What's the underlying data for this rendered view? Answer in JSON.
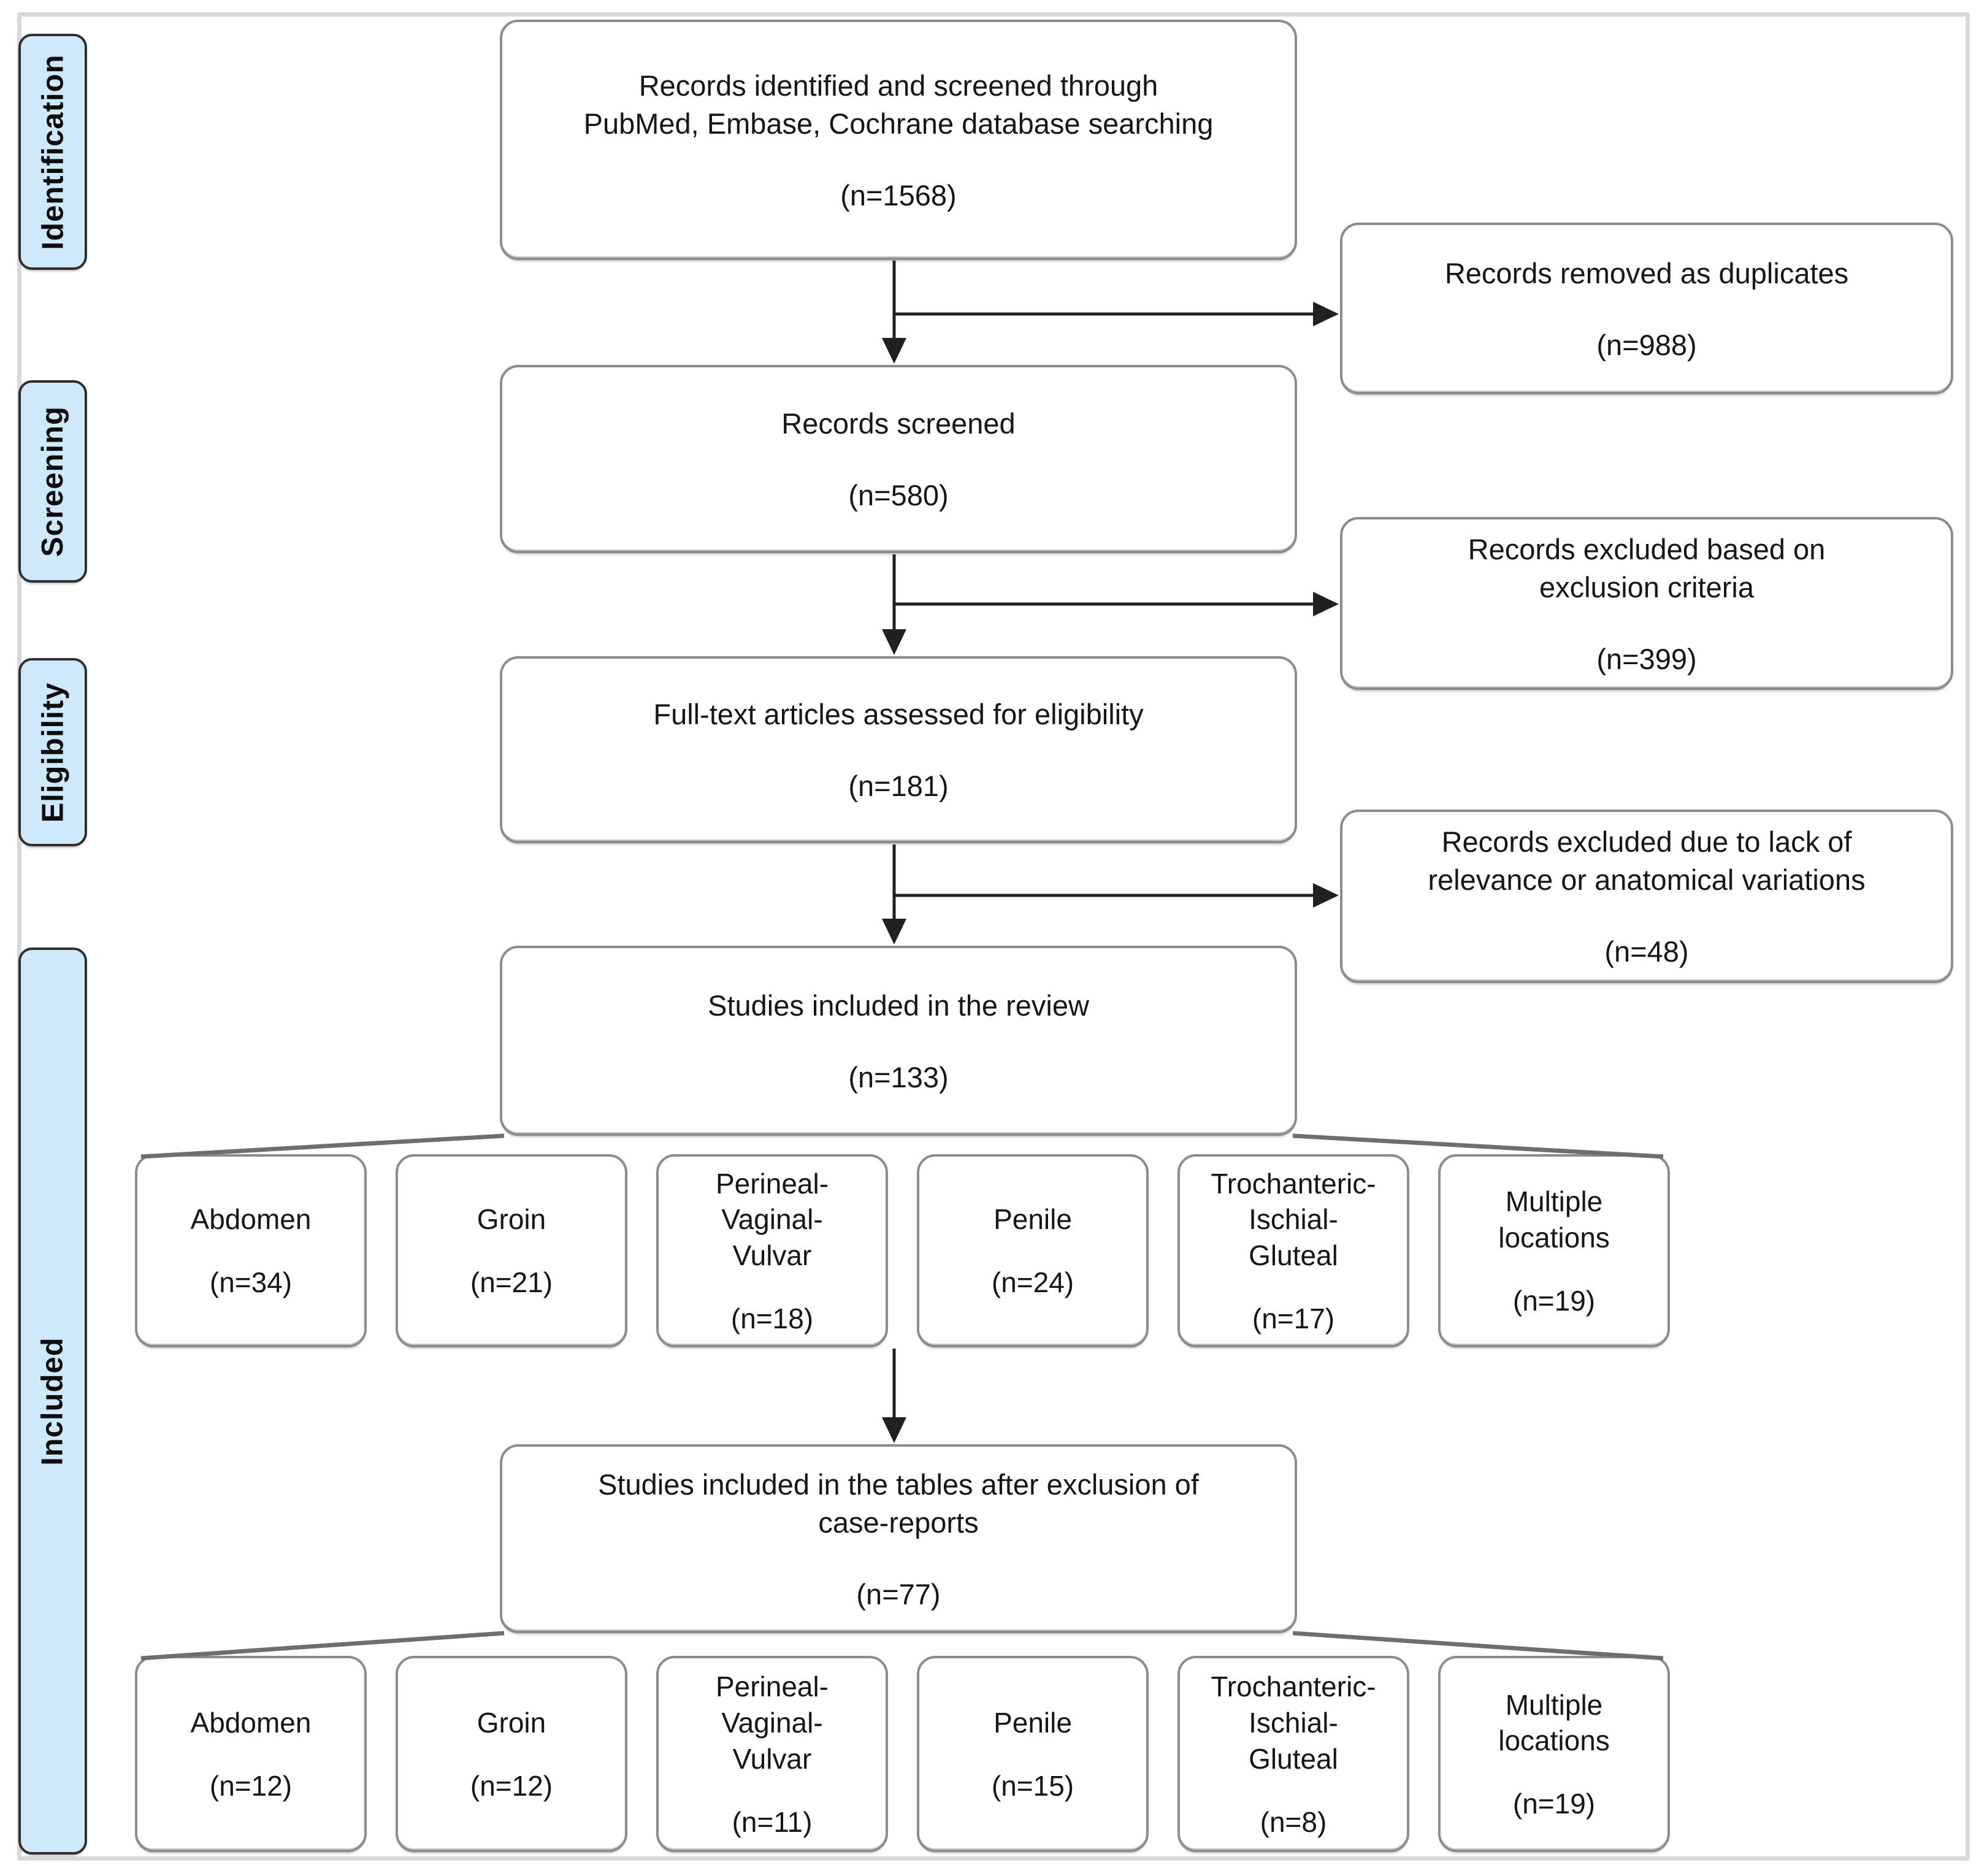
{
  "diagram": {
    "stages": [
      {
        "label": "Identification"
      },
      {
        "label": "Screening"
      },
      {
        "label": "Eligibility"
      },
      {
        "label": "Included"
      }
    ],
    "main": [
      {
        "text": "Records identified and screened through\nPubMed, Embase, Cochrane database searching",
        "n": "(n=1568)"
      },
      {
        "text": "Records screened",
        "n": "(n=580)"
      },
      {
        "text": "Full-text articles assessed for eligibility",
        "n": "(n=181)"
      },
      {
        "text": "Studies included in the review",
        "n": "(n=133)"
      },
      {
        "text": "Studies included in the tables after exclusion of\ncase-reports",
        "n": "(n=77)"
      }
    ],
    "side": [
      {
        "text": "Records removed as duplicates",
        "n": "(n=988)"
      },
      {
        "text": "Records excluded based on\nexclusion criteria",
        "n": "(n=399)"
      },
      {
        "text": "Records excluded due to lack of\nrelevance or anatomical variations",
        "n": "(n=48)"
      }
    ],
    "breakdown_review": [
      {
        "label": "Abdomen",
        "n": "(n=34)"
      },
      {
        "label": "Groin",
        "n": "(n=21)"
      },
      {
        "label": "Perineal-\nVaginal-\nVulvar",
        "n": "(n=18)"
      },
      {
        "label": "Penile",
        "n": "(n=24)"
      },
      {
        "label": "Trochanteric-\nIschial-\nGluteal",
        "n": "(n=17)"
      },
      {
        "label": "Multiple\nlocations",
        "n": "(n=19)"
      }
    ],
    "breakdown_tables": [
      {
        "label": "Abdomen",
        "n": "(n=12)"
      },
      {
        "label": "Groin",
        "n": "(n=12)"
      },
      {
        "label": "Perineal-\nVaginal-\nVulvar",
        "n": "(n=11)"
      },
      {
        "label": "Penile",
        "n": "(n=15)"
      },
      {
        "label": "Trochanteric-\nIschial-\nGluteal",
        "n": "(n=8)"
      },
      {
        "label": "Multiple\nlocations",
        "n": "(n=19)"
      }
    ],
    "colors": {
      "stage_fill": "#cde9fa",
      "stage_border": "#2f2f2f",
      "box_border": "#8c8c8c",
      "arrow": "#202020",
      "fan_line": "#6e6e6e",
      "figure_border": "#d9d9d9"
    }
  }
}
